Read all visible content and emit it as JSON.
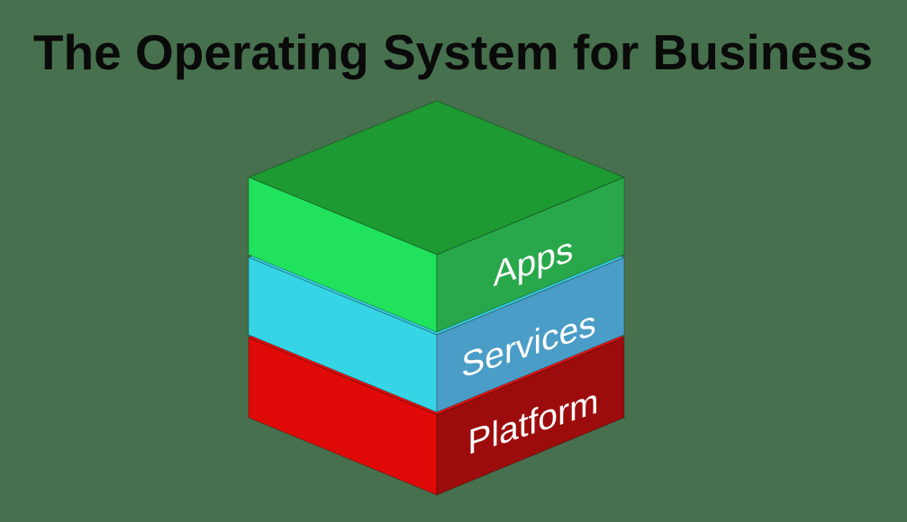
{
  "title": {
    "text": "The Operating System for Business"
  },
  "colors": {
    "background": "#47714E",
    "title_text": "#0a0a0a",
    "label_text": "#ffffff"
  },
  "stack": {
    "layers": [
      {
        "label": "Apps",
        "top_color": "#1d9a31",
        "left_color": "#21e25c",
        "right_color": "#28a84b"
      },
      {
        "label": "Services",
        "top_color": "#38d0e2",
        "left_color": "#35d5e6",
        "right_color": "#4a9dc7"
      },
      {
        "label": "Platform",
        "top_color": "#e51210",
        "left_color": "#df0a07",
        "right_color": "#9d0c0c"
      }
    ]
  }
}
